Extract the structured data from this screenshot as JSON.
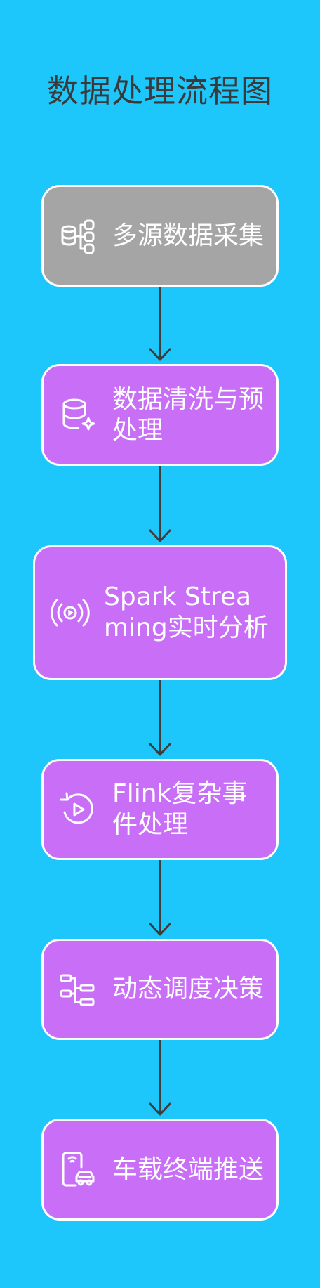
{
  "title": "数据处理流程图",
  "colors": {
    "background": "#1dc7fb",
    "first_node": "#a5a5a5",
    "node": "#c86ef7",
    "border": "#ffffff",
    "arrow": "#3d3d3d",
    "title_text": "#3a3a3a"
  },
  "steps": [
    {
      "label": "多源数据采集",
      "icon": "data-sources-icon",
      "color": "gray"
    },
    {
      "label": "数据清洗与预处理",
      "icon": "database-sparkle-icon",
      "color": "purple"
    },
    {
      "label": "Spark Streaming实时分析",
      "icon": "broadcast-play-icon",
      "color": "purple"
    },
    {
      "label": "Flink复杂事件处理",
      "icon": "replay-icon",
      "color": "purple"
    },
    {
      "label": "动态调度决策",
      "icon": "hierarchy-icon",
      "color": "purple"
    },
    {
      "label": "车载终端推送",
      "icon": "phone-car-icon",
      "color": "purple"
    }
  ]
}
